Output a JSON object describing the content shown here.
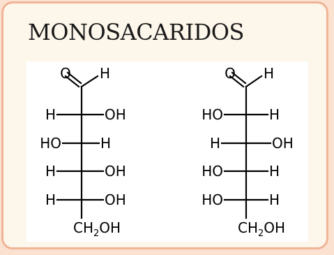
{
  "title": "MONOSACARIDOS",
  "molecules": [
    {
      "aldehyde": {
        "o": "O",
        "h": "H"
      },
      "rows": [
        {
          "left": "H",
          "right": "OH"
        },
        {
          "left": "HO",
          "right": "H"
        },
        {
          "left": "H",
          "right": "OH"
        },
        {
          "left": "H",
          "right": "OH"
        }
      ],
      "bottom": {
        "main": "CH",
        "sub": "2",
        "tail": "OH"
      }
    },
    {
      "aldehyde": {
        "o": "O",
        "h": "H"
      },
      "rows": [
        {
          "left": "HO",
          "right": "H"
        },
        {
          "left": "H",
          "right": "OH"
        },
        {
          "left": "HO",
          "right": "H"
        },
        {
          "left": "HO",
          "right": "H"
        }
      ],
      "bottom": {
        "main": "CH",
        "sub": "2",
        "tail": "OH"
      }
    }
  ]
}
